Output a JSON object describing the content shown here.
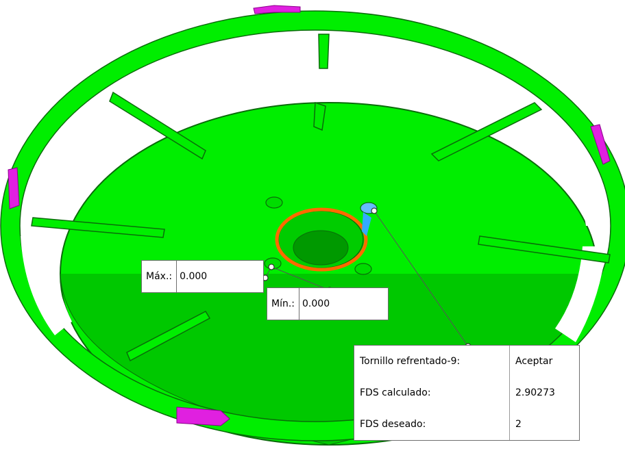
{
  "colors": {
    "part": "#00ff00",
    "part_edge": "#0a6b0a",
    "highlight": "#ff6a00",
    "fixture": "#e020e0",
    "probe": "#33aaff"
  },
  "max_callout": {
    "label": "Máx.:",
    "value": "0.000"
  },
  "min_callout": {
    "label": "Mín.:",
    "value": "0.000"
  },
  "fos_table": {
    "rows": [
      {
        "label": "Tornillo refrentado-9:",
        "value": "Aceptar"
      },
      {
        "label": "FDS calculado:",
        "value": "2.90273"
      },
      {
        "label": "FDS deseado:",
        "value": "2"
      }
    ]
  },
  "icons": [
    "fixture-arrow-icon",
    "bolt-marker-icon",
    "leader-point-icon"
  ]
}
